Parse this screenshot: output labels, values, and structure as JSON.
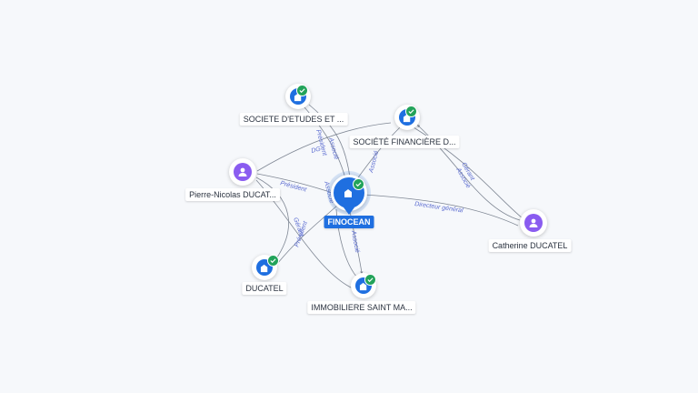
{
  "nodes": {
    "focus": {
      "label": "FINOCEAN",
      "kind": "company",
      "icon": "building-icon",
      "verified": true
    },
    "societe_etudes": {
      "label": "SOCIETE D'ETUDES ET ...",
      "kind": "company",
      "icon": "building-icon",
      "verified": true
    },
    "societe_financiere": {
      "label": "SOCIÉTÉ FINANCIÈRE D...",
      "kind": "company",
      "icon": "building-icon",
      "verified": true
    },
    "pierre_nicolas": {
      "label": "Pierre-Nicolas DUCAT...",
      "kind": "person",
      "icon": "person-icon",
      "verified": false
    },
    "catherine": {
      "label": "Catherine DUCATEL",
      "kind": "person",
      "icon": "person-icon",
      "verified": false
    },
    "ducatel": {
      "label": "DUCATEL",
      "kind": "company",
      "icon": "building-icon",
      "verified": true
    },
    "immobiliere": {
      "label": "IMMOBILIERE SAINT MA...",
      "kind": "company",
      "icon": "building-icon",
      "verified": true
    }
  },
  "edges": {
    "pn_focus": "Président",
    "pn_ducatel": "Gérant",
    "ducatel_focus": "Président",
    "focus_etudes": "Président",
    "etudes_a": "Associé",
    "etudes_b": "DG",
    "focus_immo": "Associé",
    "financiere_focus": "Associé",
    "catherine_focus": "Directeur général",
    "catherine_financiere_a": "Gérant",
    "catherine_financiere_b": "Associé"
  },
  "colors": {
    "company": "#1f6fe0",
    "person": "#8a5cf0",
    "verified": "#22a35a",
    "edge_label": "#5a6bd0",
    "background": "#f6f8fb"
  }
}
